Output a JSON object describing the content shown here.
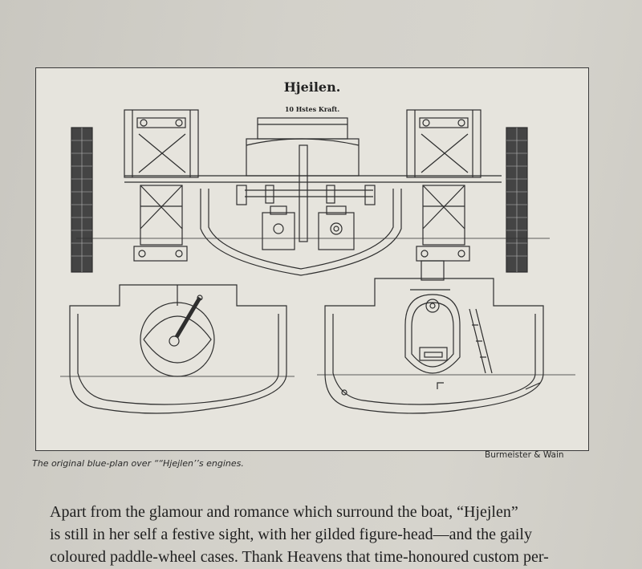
{
  "plan": {
    "title": "Hjeilen.",
    "subtitle": "10 Hstes Kraft."
  },
  "credit": "Burmeister & Wain",
  "caption": "The original blue-plan over ““Hjejlen’’s engines.",
  "paragraph": {
    "lines": [
      "Apart from the glamour and romance which surround the boat, “Hjejlen”",
      "is still in her self a festive sight, with her gilded figure-head—and the gaily",
      "coloured paddle-wheel cases. Thank Heavens that time-honoured custom per-"
    ]
  },
  "colors": {
    "ink": "#2a2a2a",
    "paper": "#d3d1ca",
    "plate": "#e6e4dd"
  }
}
